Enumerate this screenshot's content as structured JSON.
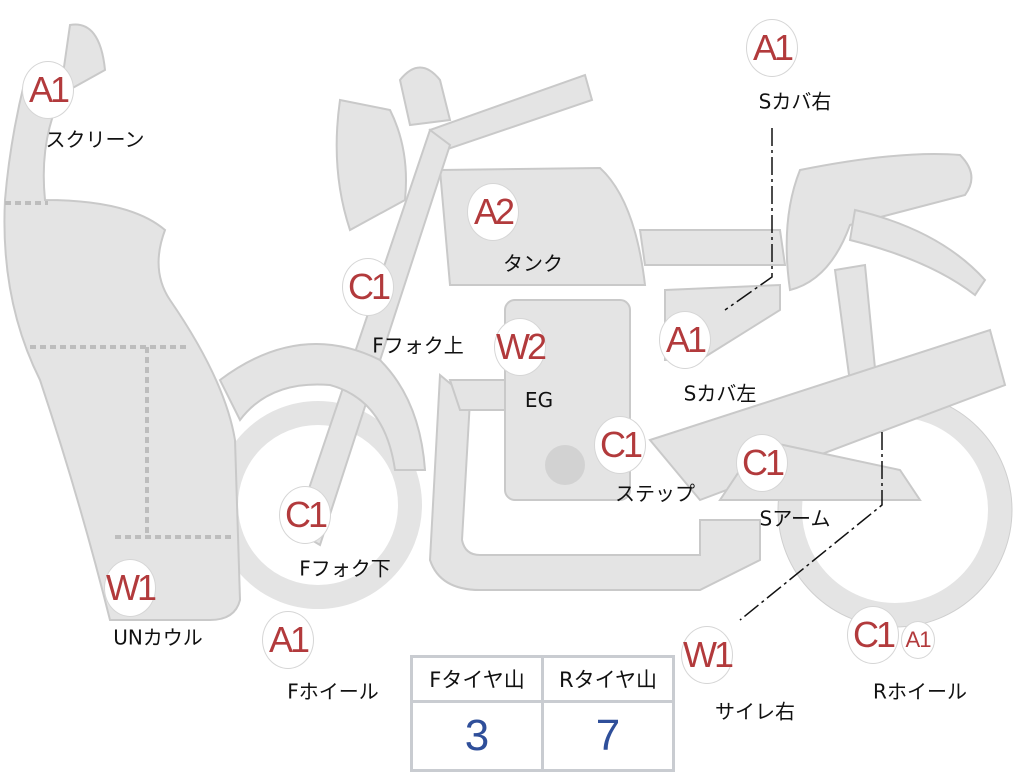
{
  "markers": [
    {
      "code": "A1",
      "label": "スクリーン"
    },
    {
      "code": "A2",
      "label": "タンク"
    },
    {
      "code": "C1",
      "label": "Fフォク上"
    },
    {
      "code": "W2",
      "label": "EG"
    },
    {
      "code": "A1",
      "label": "Sカバ左"
    },
    {
      "code": "A1",
      "label": "Sカバ右"
    },
    {
      "code": "C1",
      "label": "ステップ"
    },
    {
      "code": "C1",
      "label": "Sアーム"
    },
    {
      "code": "C1",
      "label": "Fフォク下"
    },
    {
      "code": "W1",
      "label": "UNカウル"
    },
    {
      "code": "A1",
      "label": "Fホイール"
    },
    {
      "code": "W1",
      "label": "サイレ右"
    },
    {
      "code": "C1",
      "code2": "A1",
      "label": "Rホイール"
    }
  ],
  "tire_table": {
    "headers": [
      "Fタイヤ山",
      "Rタイヤ山"
    ],
    "values": [
      "3",
      "7"
    ]
  },
  "colors": {
    "code": "#b23a3c",
    "value": "#2f4f9a",
    "part_fill": "#e4e4e4",
    "part_stroke": "#c8c8c8"
  }
}
